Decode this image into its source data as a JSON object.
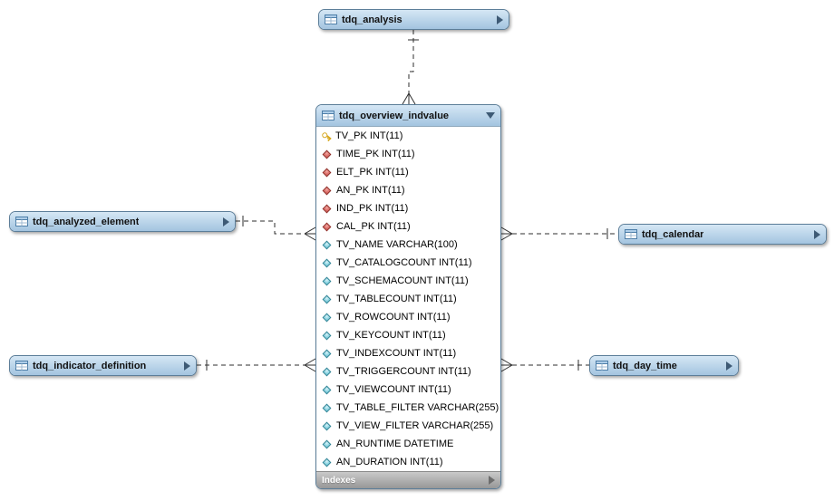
{
  "diagram": {
    "tables": {
      "analysis": {
        "title": "tdq_analysis",
        "collapsed": true
      },
      "overview": {
        "title": "tdq_overview_indvalue",
        "collapsed": false,
        "footer": "Indexes",
        "columns": [
          {
            "icon": "key",
            "name": "TV_PK",
            "type": "INT(11)"
          },
          {
            "icon": "fk",
            "name": "TIME_PK",
            "type": "INT(11)"
          },
          {
            "icon": "fk",
            "name": "ELT_PK",
            "type": "INT(11)"
          },
          {
            "icon": "fk",
            "name": "AN_PK",
            "type": "INT(11)"
          },
          {
            "icon": "fk",
            "name": "IND_PK",
            "type": "INT(11)"
          },
          {
            "icon": "fk",
            "name": "CAL_PK",
            "type": "INT(11)"
          },
          {
            "icon": "col",
            "name": "TV_NAME",
            "type": "VARCHAR(100)"
          },
          {
            "icon": "col",
            "name": "TV_CATALOGCOUNT",
            "type": "INT(11)"
          },
          {
            "icon": "col",
            "name": "TV_SCHEMACOUNT",
            "type": "INT(11)"
          },
          {
            "icon": "col",
            "name": "TV_TABLECOUNT",
            "type": "INT(11)"
          },
          {
            "icon": "col",
            "name": "TV_ROWCOUNT",
            "type": "INT(11)"
          },
          {
            "icon": "col",
            "name": "TV_KEYCOUNT",
            "type": "INT(11)"
          },
          {
            "icon": "col",
            "name": "TV_INDEXCOUNT",
            "type": "INT(11)"
          },
          {
            "icon": "col",
            "name": "TV_TRIGGERCOUNT",
            "type": "INT(11)"
          },
          {
            "icon": "col",
            "name": "TV_VIEWCOUNT",
            "type": "INT(11)"
          },
          {
            "icon": "col",
            "name": "TV_TABLE_FILTER",
            "type": "VARCHAR(255)"
          },
          {
            "icon": "col",
            "name": "TV_VIEW_FILTER",
            "type": "VARCHAR(255)"
          },
          {
            "icon": "col",
            "name": "AN_RUNTIME",
            "type": "DATETIME"
          },
          {
            "icon": "col",
            "name": "AN_DURATION",
            "type": "INT(11)"
          }
        ]
      },
      "analyzed_element": {
        "title": "tdq_analyzed_element",
        "collapsed": true
      },
      "indicator_definition": {
        "title": "tdq_indicator_definition",
        "collapsed": true
      },
      "calendar": {
        "title": "tdq_calendar",
        "collapsed": true
      },
      "day_time": {
        "title": "tdq_day_time",
        "collapsed": true
      }
    },
    "relationships": [
      {
        "from": "tdq_analysis",
        "to": "tdq_overview_indvalue",
        "cardinality": "one-to-many",
        "style": "dashed"
      },
      {
        "from": "tdq_analyzed_element",
        "to": "tdq_overview_indvalue",
        "cardinality": "one-to-many",
        "style": "dashed"
      },
      {
        "from": "tdq_indicator_definition",
        "to": "tdq_overview_indvalue",
        "cardinality": "one-to-many",
        "style": "dashed"
      },
      {
        "from": "tdq_calendar",
        "to": "tdq_overview_indvalue",
        "cardinality": "one-to-many",
        "style": "dashed"
      },
      {
        "from": "tdq_day_time",
        "to": "tdq_overview_indvalue",
        "cardinality": "one-to-many",
        "style": "dashed"
      }
    ],
    "colors": {
      "header_blue_top": "#d5e7f5",
      "header_blue_bottom": "#a3c4e0",
      "primary_key_gold": "#d7a81f",
      "foreign_key_red": "#c8423c",
      "column_teal": "#54bdd1",
      "footer_gray": "#979797",
      "wire": "#2e2e2e"
    }
  }
}
